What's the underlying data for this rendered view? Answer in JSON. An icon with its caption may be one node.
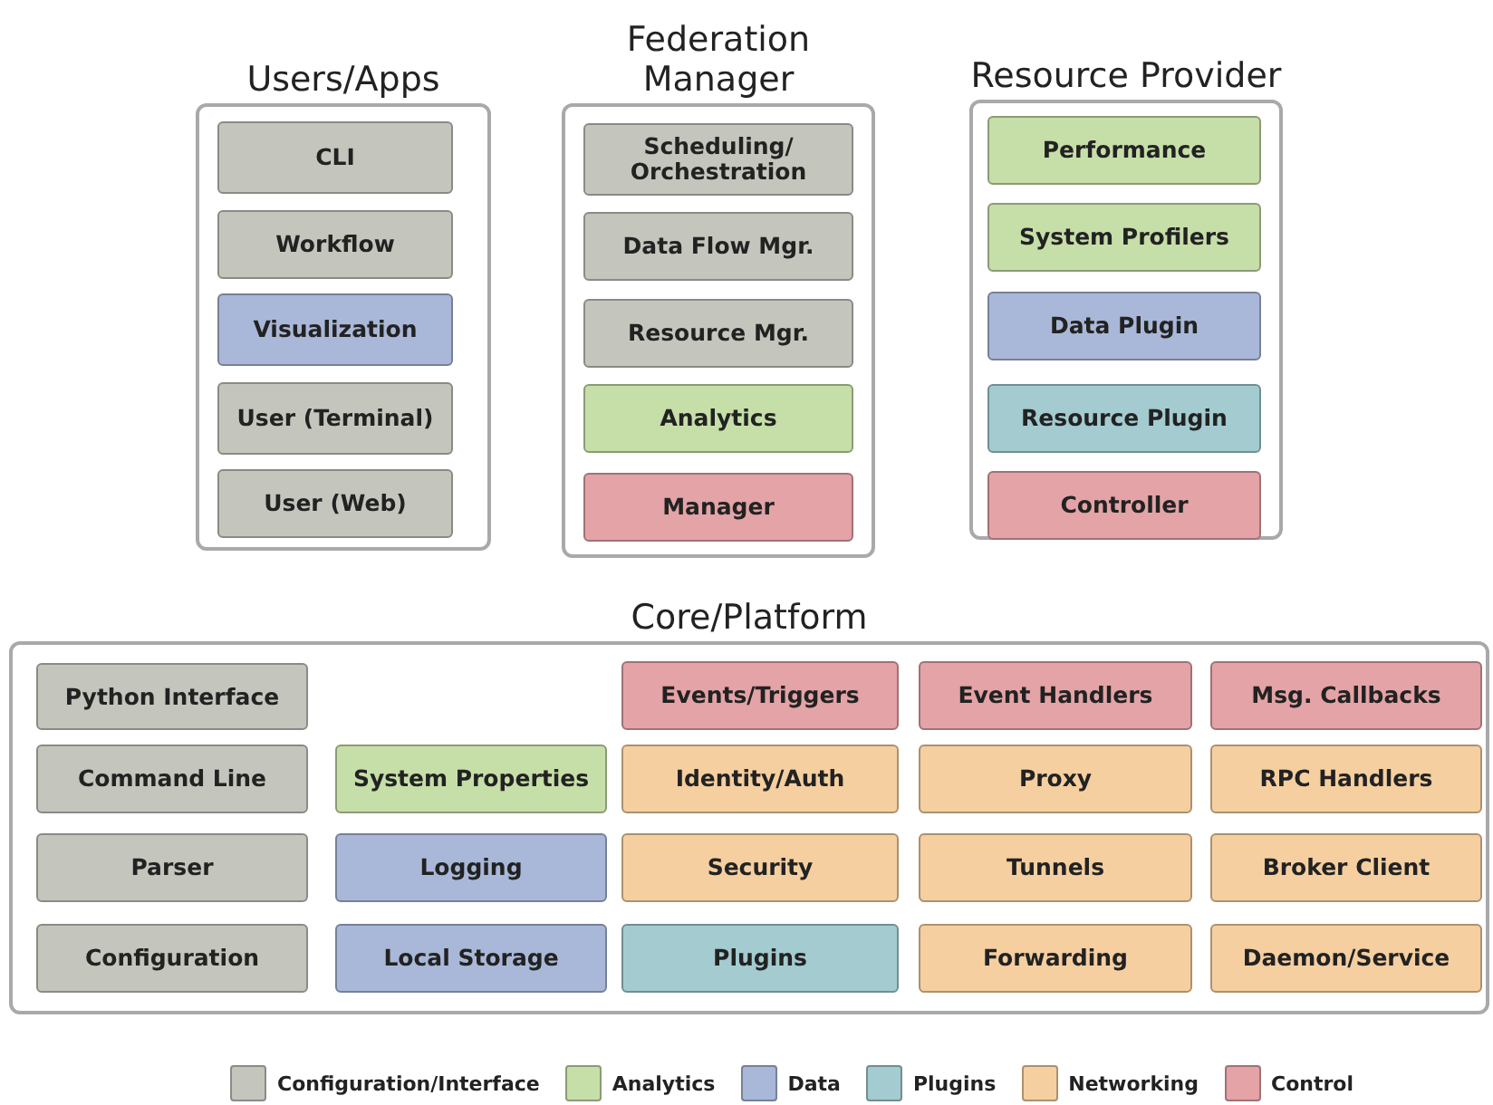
{
  "diagram": {
    "nodes": [
      {
        "text": [
          "Users/Apps"
        ]
      },
      {
        "text": [
          "CLI"
        ],
        "in": 0
      },
      {
        "text": [
          "Workflow"
        ],
        "in": 0
      },
      {
        "text": [
          "Visualization"
        ],
        "in": 0
      },
      {
        "text": [
          "User (Terminal)"
        ],
        "in": 0
      },
      {
        "text": [
          "User (Web)"
        ],
        "in": 0
      },
      {
        "text": [
          "Federation Manager"
        ]
      },
      {
        "text": [
          "Scheduling/ Orchestration"
        ],
        "in": 6
      },
      {
        "text": [
          "Data Flow Mgr."
        ],
        "in": 6
      },
      {
        "text": [
          "Resource Mgr."
        ],
        "in": 6
      },
      {
        "text": [
          "Analytics"
        ],
        "in": 6
      },
      {
        "text": [
          "Manager"
        ],
        "in": 6
      },
      {
        "text": [
          "Resource Provider"
        ]
      },
      {
        "text": [
          "Performance"
        ],
        "in": 12
      },
      {
        "text": [
          "System Profilers"
        ],
        "in": 12
      },
      {
        "text": [
          "Data Plugin"
        ],
        "in": 12
      },
      {
        "text": [
          "Resource Plugin"
        ],
        "in": 12
      },
      {
        "text": [
          "Controller"
        ],
        "in": 12
      },
      {
        "text": [
          "Core/Platform"
        ]
      },
      {
        "text": [
          "Python Interface"
        ],
        "in": 18
      },
      {
        "text": [
          "Events/Triggers"
        ],
        "in": 18
      },
      {
        "text": [
          "Event Handlers"
        ],
        "in": 18
      },
      {
        "text": [
          "Msg. Callbacks"
        ],
        "in": 18
      },
      {
        "text": [
          "Command Line"
        ],
        "in": 18
      },
      {
        "text": [
          "System Properties"
        ],
        "in": 18
      },
      {
        "text": [
          "Identity/Auth"
        ],
        "in": 18
      },
      {
        "text": [
          "Proxy"
        ],
        "in": 18
      },
      {
        "text": [
          "RPC Handlers"
        ],
        "in": 18
      },
      {
        "text": [
          "Parser"
        ],
        "in": 18
      },
      {
        "text": [
          "Logging"
        ],
        "in": 18
      },
      {
        "text": [
          "Security"
        ],
        "in": 18
      },
      {
        "text": [
          "Tunnels"
        ],
        "in": 18
      },
      {
        "text": [
          "Broker Client"
        ],
        "in": 18
      },
      {
        "text": [
          "Configuration"
        ],
        "in": 18
      },
      {
        "text": [
          "Local Storage"
        ],
        "in": 18
      },
      {
        "text": [
          "Plugins"
        ],
        "in": 18
      },
      {
        "text": [
          "Forwarding"
        ],
        "in": 18
      },
      {
        "text": [
          "Daemon/Service"
        ],
        "in": 18
      }
    ],
    "legend": [
      {
        "text": "Configuration/Interface",
        "color": "#c4c6bd"
      },
      {
        "text": "Analytics",
        "color": "#c6dea8"
      },
      {
        "text": "Data",
        "color": "#a9b8d8"
      },
      {
        "text": "Plugins",
        "color": "#a3cbd0"
      },
      {
        "text": "Networking",
        "color": "#f5cfa0"
      },
      {
        "text": "Control",
        "color": "#e4a3a6"
      }
    ]
  }
}
